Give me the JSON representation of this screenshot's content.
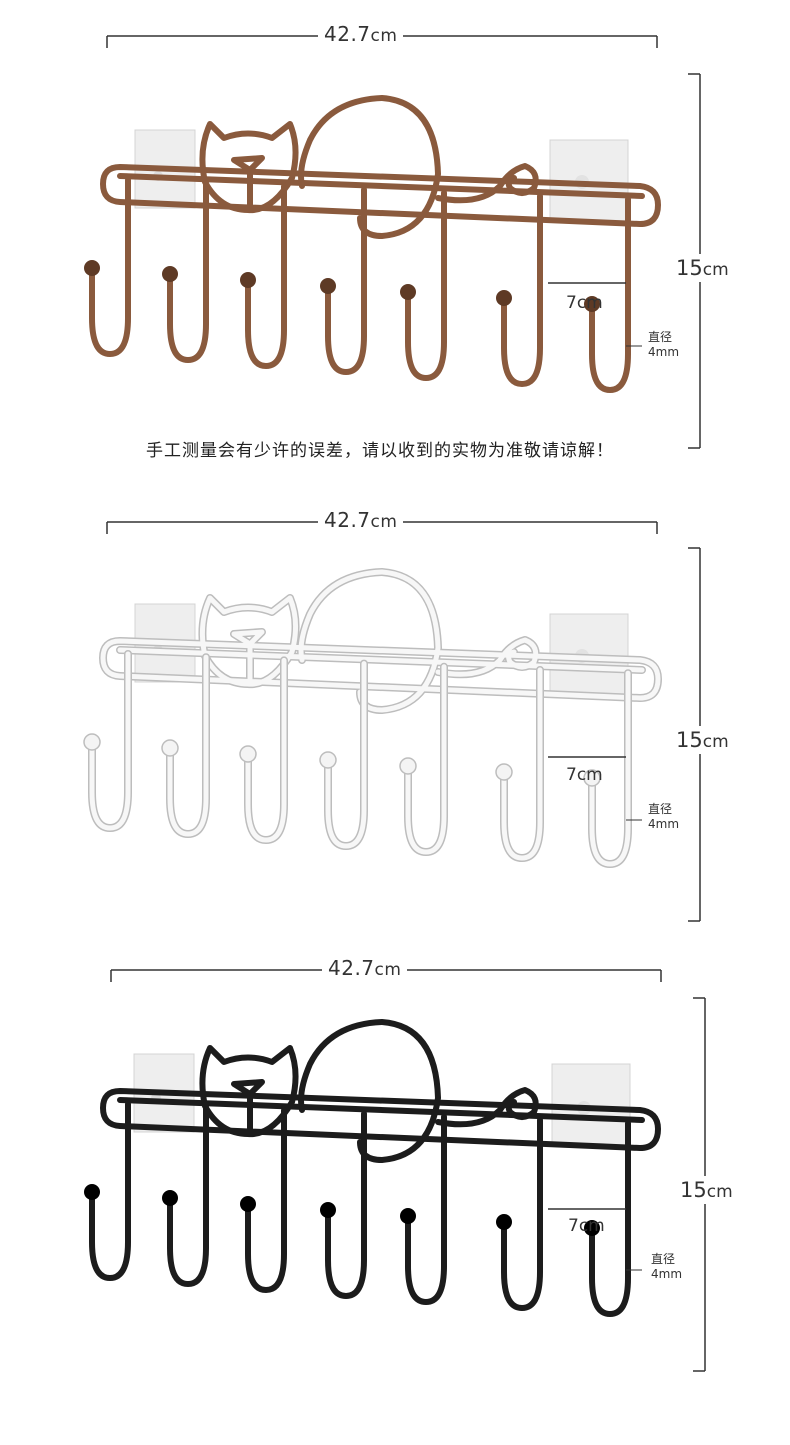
{
  "panels": [
    {
      "variant": "brown",
      "color": "#8a5a3d",
      "dark": "#5e3a25",
      "width_value": "42.7",
      "width_unit": "cm",
      "height_value": "15",
      "height_unit": "cm",
      "hook_spacing": "7cm",
      "diameter_label": "直径",
      "diameter_value": "4mm",
      "note": "手工测量会有少许的误差，请以收到的实物为准敬请谅解！"
    },
    {
      "variant": "white",
      "color": "#f7f7f7",
      "dark": "#bdbdbd",
      "width_value": "42.7",
      "width_unit": "cm",
      "height_value": "15",
      "height_unit": "cm",
      "hook_spacing": "7cm",
      "diameter_label": "直径",
      "diameter_value": "4mm"
    },
    {
      "variant": "black",
      "color": "#1c1c1c",
      "dark": "#000000",
      "width_value": "42.7",
      "width_unit": "cm",
      "height_value": "15",
      "height_unit": "cm",
      "hook_spacing": "7cm",
      "diameter_label": "直径",
      "diameter_value": "4mm"
    }
  ]
}
